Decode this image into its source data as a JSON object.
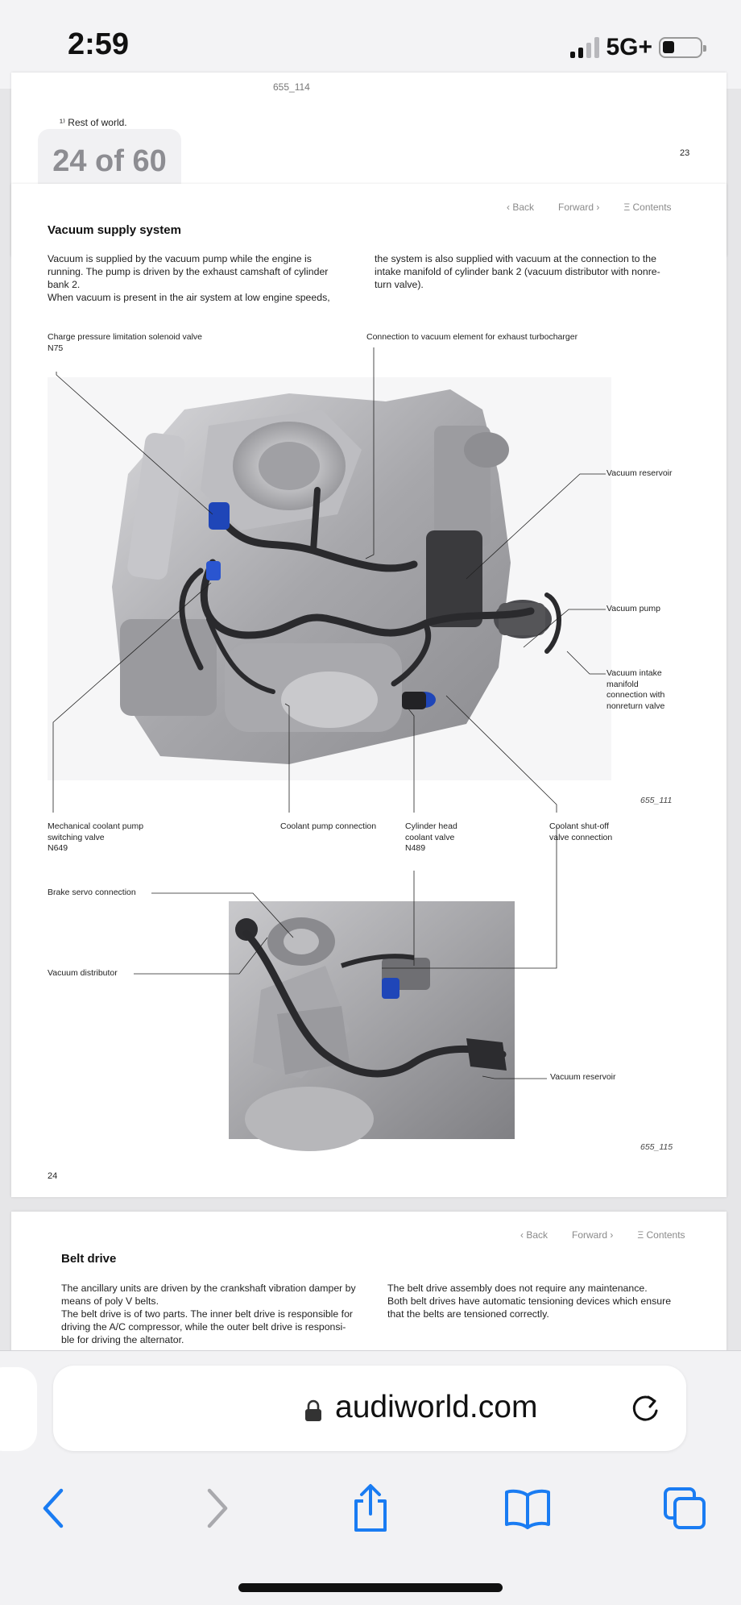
{
  "status_bar": {
    "time": "2:59",
    "network": "5G+",
    "signal_bars_active": 2,
    "signal_bars_total": 4,
    "battery_level": 0.2
  },
  "prev_page": {
    "truncated_line": "655_114",
    "footnote": "¹⁾ Rest of world.",
    "page_number": "23"
  },
  "page_indicator": "24 of 60",
  "main_page": {
    "nav": {
      "back": "‹ Back",
      "forward": "Forward ›",
      "contents": "Ξ Contents"
    },
    "title": "Vacuum supply system",
    "col1": [
      "Vacuum is supplied by the vacuum pump while the engine is",
      "running. The pump is driven by the exhaust camshaft of cylinder",
      "bank 2.",
      "When vacuum is present in the air system at low engine speeds,"
    ],
    "col2": [
      "the system is also supplied with vacuum at the connection to the",
      "intake manifold of cylinder bank 2 (vacuum distributor with nonre-",
      "turn valve)."
    ],
    "figure1": {
      "labels": {
        "n75_line1": "Charge pressure limitation solenoid valve",
        "n75_line2": "N75",
        "turbo": "Connection to vacuum element for exhaust turbocharger",
        "reservoir": "Vacuum reservoir",
        "pump": "Vacuum pump",
        "intake_1": "Vacuum intake",
        "intake_2": "manifold",
        "intake_3": "connection with",
        "intake_4": "nonreturn valve",
        "mech_1": "Mechanical coolant pump",
        "mech_2": "switching valve",
        "mech_3": "N649",
        "coolant_pump": "Coolant pump connection",
        "head_1": "Cylinder head",
        "head_2": "coolant valve",
        "head_3": "N489",
        "shutoff_1": "Coolant shut-off",
        "shutoff_2": "valve connection"
      },
      "number": "655_111"
    },
    "figure2": {
      "labels": {
        "brake": "Brake servo connection",
        "distributor": "Vacuum distributor",
        "reservoir": "Vacuum reservoir"
      },
      "number": "655_115"
    },
    "page_number": "24"
  },
  "next_page": {
    "nav": {
      "back": "‹ Back",
      "forward": "Forward ›",
      "contents": "Ξ Contents"
    },
    "title": "Belt drive",
    "col1": [
      "The ancillary units are driven by the crankshaft vibration damper by",
      "means of poly V belts.",
      "The belt drive is of two parts. The inner belt drive is responsible for",
      "driving the A/C compressor, while the outer belt drive is responsi-",
      "ble for driving the alternator."
    ],
    "col2": [
      "The belt drive assembly does not require any maintenance.",
      "Both belt drives have automatic tensioning devices which ensure",
      "that the belts are tensioned correctly."
    ]
  },
  "browser": {
    "url": "audiworld.com",
    "accent_color": "#1a7cf2"
  },
  "icons": [
    "lock-icon",
    "reload-icon",
    "back-arrow-icon",
    "forward-arrow-icon",
    "share-icon",
    "bookmarks-icon",
    "tabs-icon"
  ]
}
